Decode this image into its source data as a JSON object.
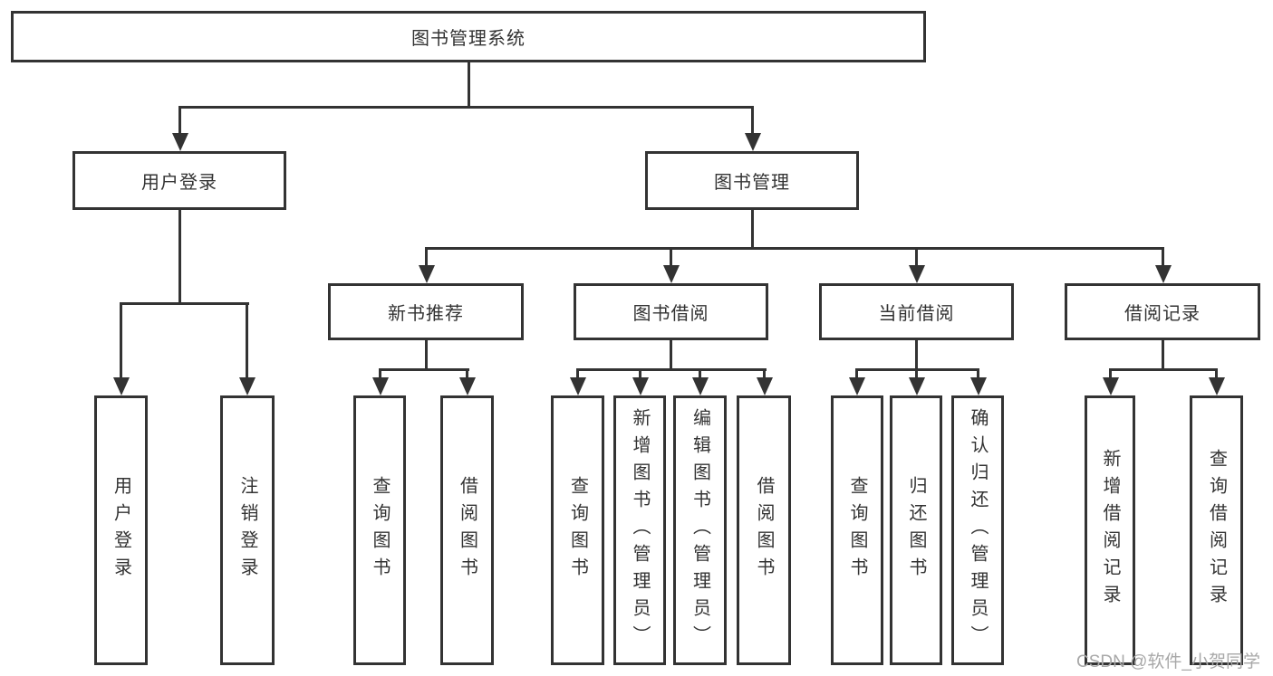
{
  "colors": {
    "line": "#333333",
    "box_border": "#333333",
    "text": "#333333",
    "background": "#ffffff",
    "watermark_text": "#a8a8a8"
  },
  "watermark": {
    "text": "CSDN @软件_小贺同学"
  },
  "nodes": {
    "root": "图书管理系统",
    "user_login": "用户登录",
    "book_management": "图书管理",
    "new_book_recommend": "新书推荐",
    "book_borrowing": "图书借阅",
    "current_borrowing": "当前借阅",
    "borrowing_records": "借阅记录",
    "leaves": {
      "user_login": "用户登录",
      "logout": "注销登录",
      "recommend_query_books": "查询图书",
      "recommend_borrow_books": "借阅图书",
      "borrowing_query_books": "查询图书",
      "borrowing_add_books_admin": "新增图书（管理员）",
      "borrowing_edit_books_admin": "编辑图书（管理员）",
      "borrowing_borrow_books": "借阅图书",
      "current_query_books": "查询图书",
      "current_return_books": "归还图书",
      "current_confirm_return_admin": "确认归还（管理员）",
      "records_add_record": "新增借阅记录",
      "records_query_record": "查询借阅记录"
    }
  }
}
